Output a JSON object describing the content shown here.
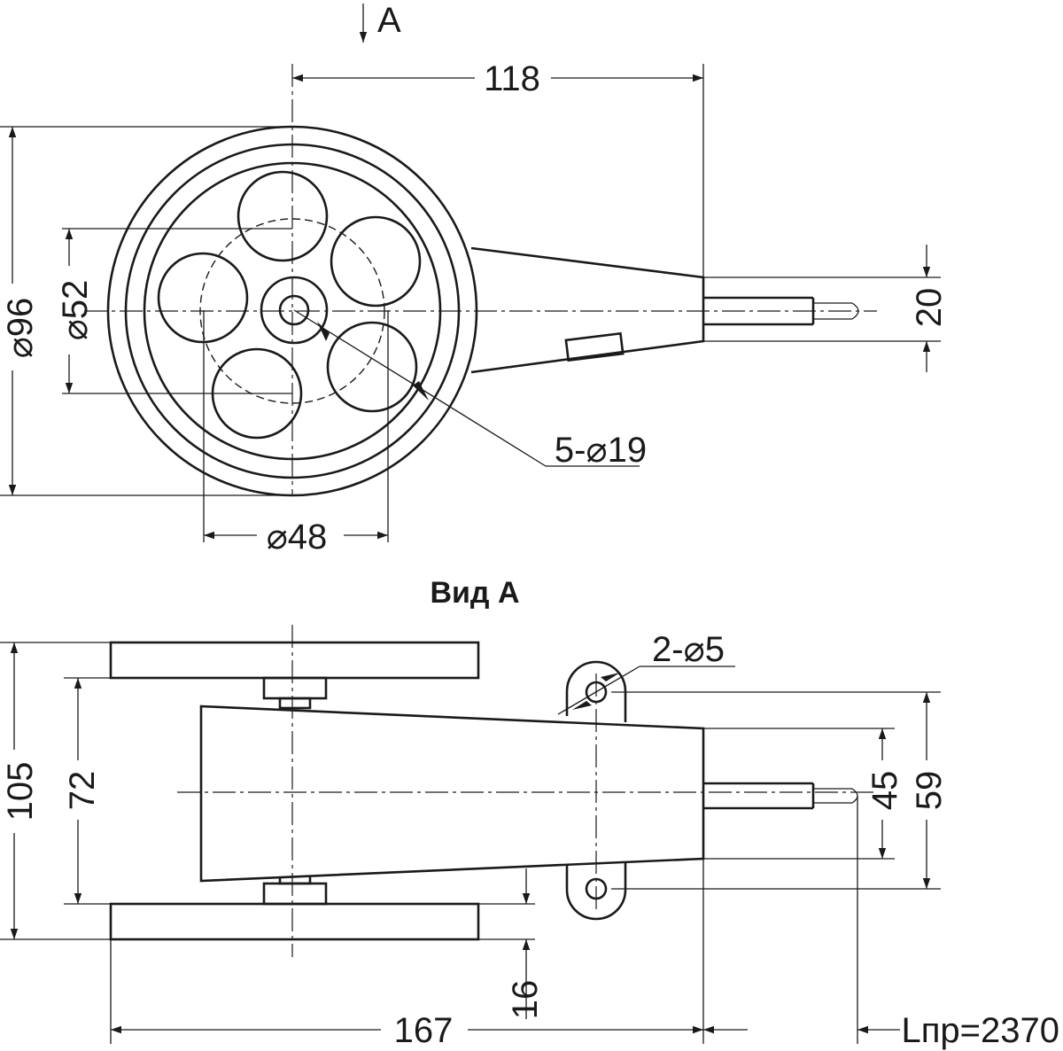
{
  "view_marker": {
    "label": "A"
  },
  "top_view": {
    "dimensions": {
      "length_118": "118",
      "dia_96": "⌀96",
      "dia_52": "⌀52",
      "dia_48": "⌀48",
      "holes": "5-⌀19",
      "shaft_20": "20"
    }
  },
  "side_view": {
    "title": "Вид А",
    "dimensions": {
      "mount_holes": "2-⌀5",
      "height_105": "105",
      "height_72": "72",
      "height_45": "45",
      "height_59": "59",
      "thick_16": "16",
      "length_167": "167",
      "cable_length": "Lпр=2370"
    }
  },
  "colors": {
    "line": "#1a1a1a",
    "background": "#ffffff"
  }
}
